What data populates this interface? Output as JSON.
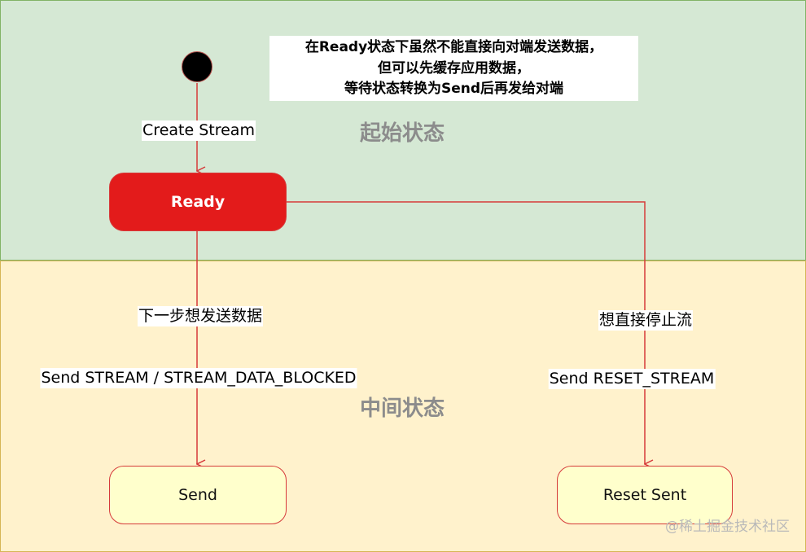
{
  "regions": {
    "initial": "起始状态",
    "intermediate": "中间状态"
  },
  "note": {
    "lines": [
      "在Ready状态下虽然不能直接向对端发送数据，",
      "但可以先缓存应用数据，",
      "等待状态转换为Send后再发给对端"
    ]
  },
  "states": {
    "ready": "Ready",
    "send": "Send",
    "reset_sent": "Reset Sent"
  },
  "edges": {
    "create_stream": "Create Stream",
    "next_send_note": "下一步想发送数据",
    "send_stream": "Send STREAM / STREAM_DATA_BLOCKED",
    "stop_note": "想直接停止流",
    "send_reset": "Send RESET_STREAM"
  },
  "colors": {
    "edge": "#d63a3a",
    "ready_fill": "#e31b1b",
    "state_fill": "#ffffcc",
    "top_region": "#d5e8d4",
    "bottom_region": "#fff2cc"
  },
  "watermark": "@稀土掘金技术社区"
}
